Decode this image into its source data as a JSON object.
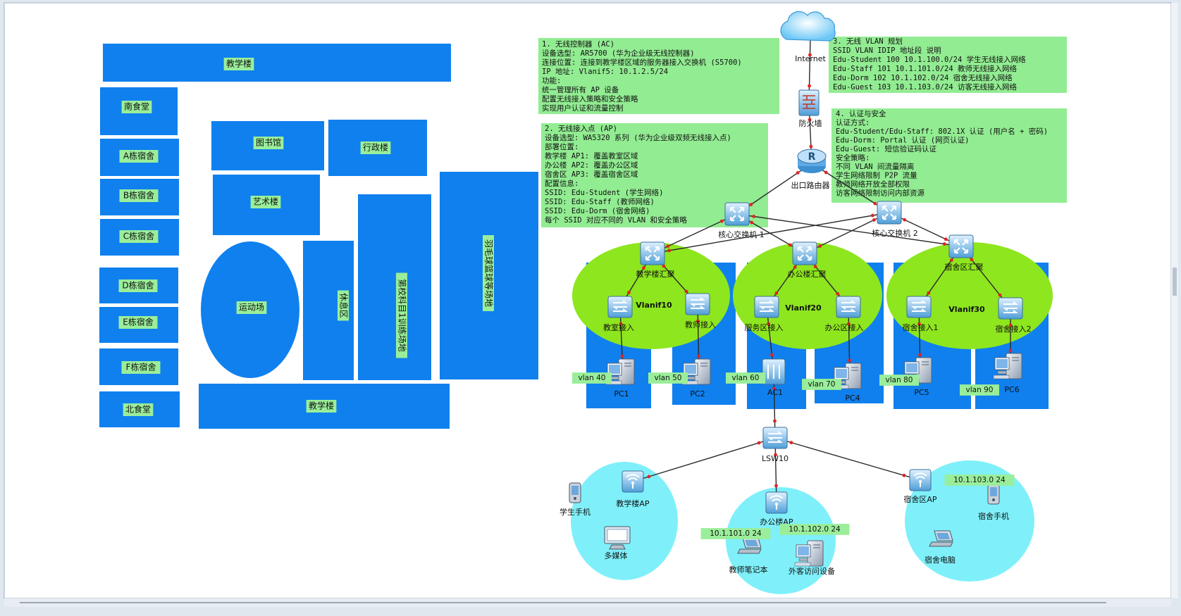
{
  "campus": {
    "buildings": [
      "教学楼",
      "南食堂",
      "A栋宿舍",
      "B栋宿舍",
      "C栋宿舍",
      "D栋宿舍",
      "E栋宿舍",
      "F栋宿舍",
      "北食堂",
      "图书馆",
      "行政楼",
      "艺术楼",
      "运动场",
      "休息区",
      "第校科目1训练场地",
      "羽毛球篮球等场地",
      "教学楼"
    ]
  },
  "notes": {
    "ac": {
      "lines": [
        "1. 无线控制器 (AC)",
        "设备选型: AR5700 (华为企业级无线控制器)",
        "连接位置: 连接到教学楼区域的服务器接入交换机 (S5700)",
        "IP 地址: Vlanif5: 10.1.2.5/24",
        "功能:",
        "统一管理所有 AP 设备",
        "配置无线接入策略和安全策略",
        "实现用户认证和流量控制"
      ]
    },
    "ap": {
      "lines": [
        "2. 无线接入点 (AP)",
        "设备选型: WA5320 系列 (华为企业级双频无线接入点)",
        "部署位置:",
        "教学楼 AP1: 覆盖教室区域",
        "办公楼 AP2: 覆盖办公区域",
        "宿舍区 AP3: 覆盖宿舍区域",
        "配置信息:",
        "SSID: Edu-Student (学生网络)",
        "SSID: Edu-Staff (教师网络)",
        "SSID: Edu-Dorm (宿舍网络)",
        "每个 SSID 对应不同的 VLAN 和安全策略"
      ]
    },
    "vlan": {
      "title": "3. 无线 VLAN 规划",
      "header": "SSID   VLAN IDIP 地址段      说明",
      "rows": [
        "Edu-Student  100   10.1.100.0/24 学生无线接入网络",
        "Edu-Staff    101   10.1.101.0/24 教师无线接入网络",
        "Edu-Dorm     102   10.1.102.0/24 宿舍无线接入网络",
        "Edu-Guest    103   10.1.103.0/24 访客无线接入网络"
      ]
    },
    "auth": {
      "lines": [
        "4. 认证与安全",
        "认证方式:",
        "Edu-Student/Edu-Staff: 802.1X 认证 (用户名 + 密码)",
        "Edu-Dorm: Portal 认证 (网页认证)",
        "Edu-Guest: 短信验证码认证",
        "安全策略:",
        "不同 VLAN 间流量隔离",
        "学生网络限制 P2P 流量",
        "教师网络开放全部权限",
        "访客网络限制访问内部资源"
      ]
    }
  },
  "network": {
    "devices": {
      "internet": "Internet",
      "firewall": "防火墙",
      "router": "出口路由器",
      "core1": "核心交换机 1",
      "core2": "核心交换机 2",
      "agg_teach": "教学楼汇聚",
      "agg_office": "办公楼汇聚",
      "agg_dorm": "宿舍区汇聚",
      "acc_class": "教室接入",
      "acc_teacher": "教师接入",
      "acc_service": "服务区接入",
      "acc_office": "办公区接入",
      "acc_dorm1": "宿舍接入1",
      "acc_dorm2": "宿舍接入2",
      "pc1": "PC1",
      "pc2": "PC2",
      "ac1": "AC1",
      "pc4": "PC4",
      "pc5": "PC5",
      "pc6": "PC6",
      "lsw": "LSW10",
      "ap_teach": "教学楼AP",
      "ap_office": "办公楼AP",
      "ap_dorm": "宿舍区AP",
      "phone_student": "学生手机",
      "multimedia": "多媒体",
      "laptop_teacher": "教师笔记本",
      "guest_device": "外客访问设备",
      "phone_dorm": "宿舍手机",
      "laptop_dorm": "宿舍电脑"
    },
    "vlanifs": [
      "Vlanif10",
      "Vlanif20",
      "Vlanif30"
    ],
    "vlan_tags": [
      "vlan 40",
      "vlan 50",
      "vlan 60",
      "vlan 70",
      "vlan 80",
      "vlan 90"
    ],
    "subnets": [
      "10.1.101.0 24",
      "10.1.102.0 24",
      "10.1.103.0 24"
    ]
  },
  "colors": {
    "building": "#0f80ee",
    "label_bg": "#9aee9a",
    "note_bg": "#92ec92",
    "zone_green": "#8ee61e",
    "zone_cyan": "#7ff0fa",
    "link": "#2a2a2a",
    "port": "#e02424"
  }
}
